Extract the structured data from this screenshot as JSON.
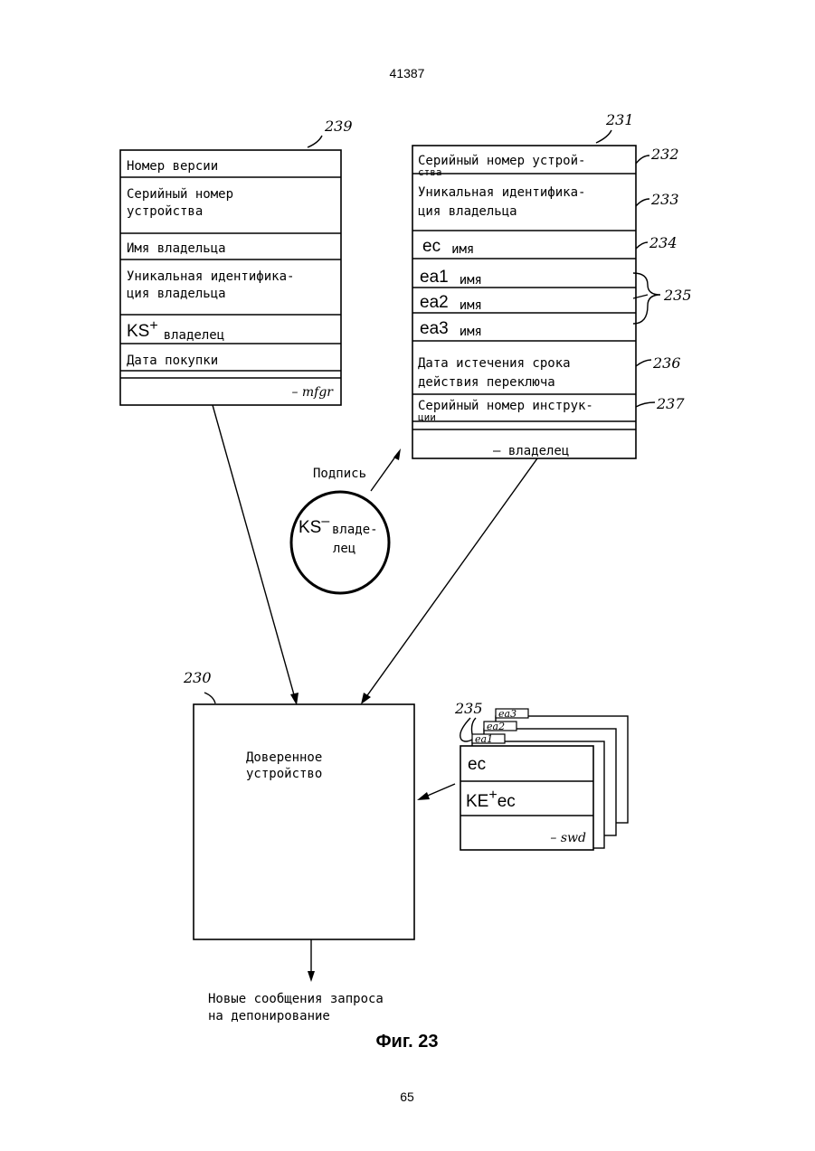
{
  "page_header": "41387",
  "page_footer": "65",
  "figure_caption": "Фиг. 23",
  "left_record": {
    "ref": "239",
    "fields": [
      "Номер версии",
      "Серийный номер\nустройства",
      "Имя владельца",
      "Уникальная идентифика-\nция владельца",
      "",
      "Дата покупки",
      ""
    ],
    "ks_main": "KS",
    "ks_sup": "+",
    "ks_sub": "владелец",
    "signature": "– mfgr"
  },
  "right_record": {
    "ref": "231",
    "fields": [
      "Серийный номер устрой-\nства",
      "Уникальная идентифика-\nция владельца",
      "",
      "",
      "",
      "",
      "Дата истечения срока\nдействия переключа",
      "Серийный номер инструк-\nции",
      ""
    ],
    "ec_label": "ec",
    "ec_suffix": "имя",
    "ea_rows": [
      {
        "label": "ea1",
        "suffix": "имя"
      },
      {
        "label": "ea2",
        "suffix": "имя"
      },
      {
        "label": "ea3",
        "suffix": "имя"
      }
    ],
    "signature": "– владелец",
    "callouts": [
      "232",
      "233",
      "234",
      "235",
      "236",
      "237"
    ]
  },
  "signature_bubble": {
    "caption": "Подпись",
    "main": "KS",
    "sup": "–",
    "sub_line1": "владе-",
    "sub_line2": "лец"
  },
  "trusted_device": {
    "ref": "230",
    "label_line1": "Доверенное",
    "label_line2": "устройство",
    "output_line1": "Новые сообщения запроса",
    "output_line2": "на депонирование"
  },
  "stack": {
    "ref": "235",
    "tabs": [
      "ea3",
      "ea2",
      "ea1"
    ],
    "rows": [
      "ec",
      "KE",
      "– swd"
    ],
    "ke_sup": "+",
    "ke_sub": "ec"
  }
}
